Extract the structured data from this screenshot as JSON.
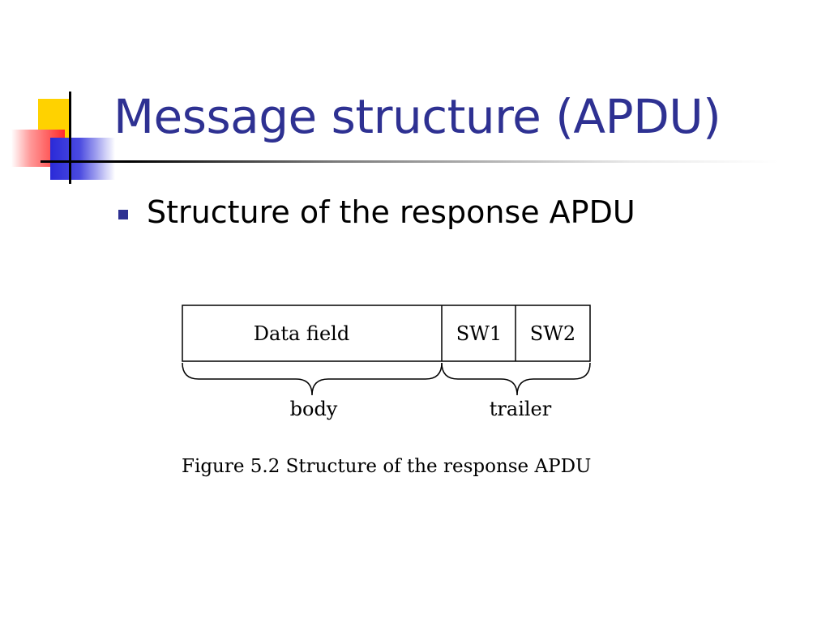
{
  "slide": {
    "title": "Message structure (APDU)",
    "bullets": [
      {
        "text": "Structure of the response APDU"
      }
    ]
  },
  "figure": {
    "fields": [
      "Data field",
      "SW1",
      "SW2"
    ],
    "groups": [
      "body",
      "trailer"
    ],
    "caption": "Figure 5.2 Structure of the response APDU"
  },
  "colors": {
    "title": "#2e3192",
    "bullet": "#2e3192",
    "accent_yellow": "#ffd200",
    "accent_red": "#ff2a2a",
    "accent_blue": "#2a2ad8"
  }
}
